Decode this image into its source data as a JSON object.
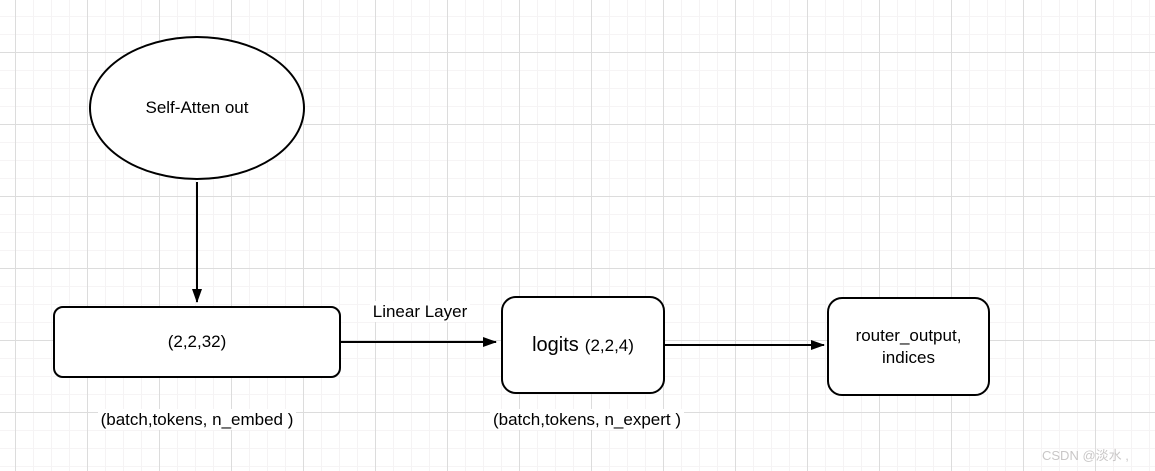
{
  "diagram": {
    "nodes": {
      "self_atten": {
        "label": "Self-Atten out"
      },
      "embed": {
        "label": "(2,2,32)",
        "caption": "(batch,tokens, n_embed )"
      },
      "logits": {
        "name": "logits",
        "dims": "(2,2,4)",
        "caption": "(batch,tokens, n_expert )"
      },
      "router": {
        "line1": "router_output,",
        "line2": "indices"
      }
    },
    "edges": {
      "linear_label": "Linear Layer"
    },
    "colors": {
      "shape_stroke": "#000000",
      "shape_fill": "#ffffff",
      "grid_minor": "#f5f3f4",
      "grid_major": "#dcdcdc",
      "watermark": "#c9c7c7"
    }
  },
  "watermark": {
    "text": "CSDN @淡水 ,"
  }
}
